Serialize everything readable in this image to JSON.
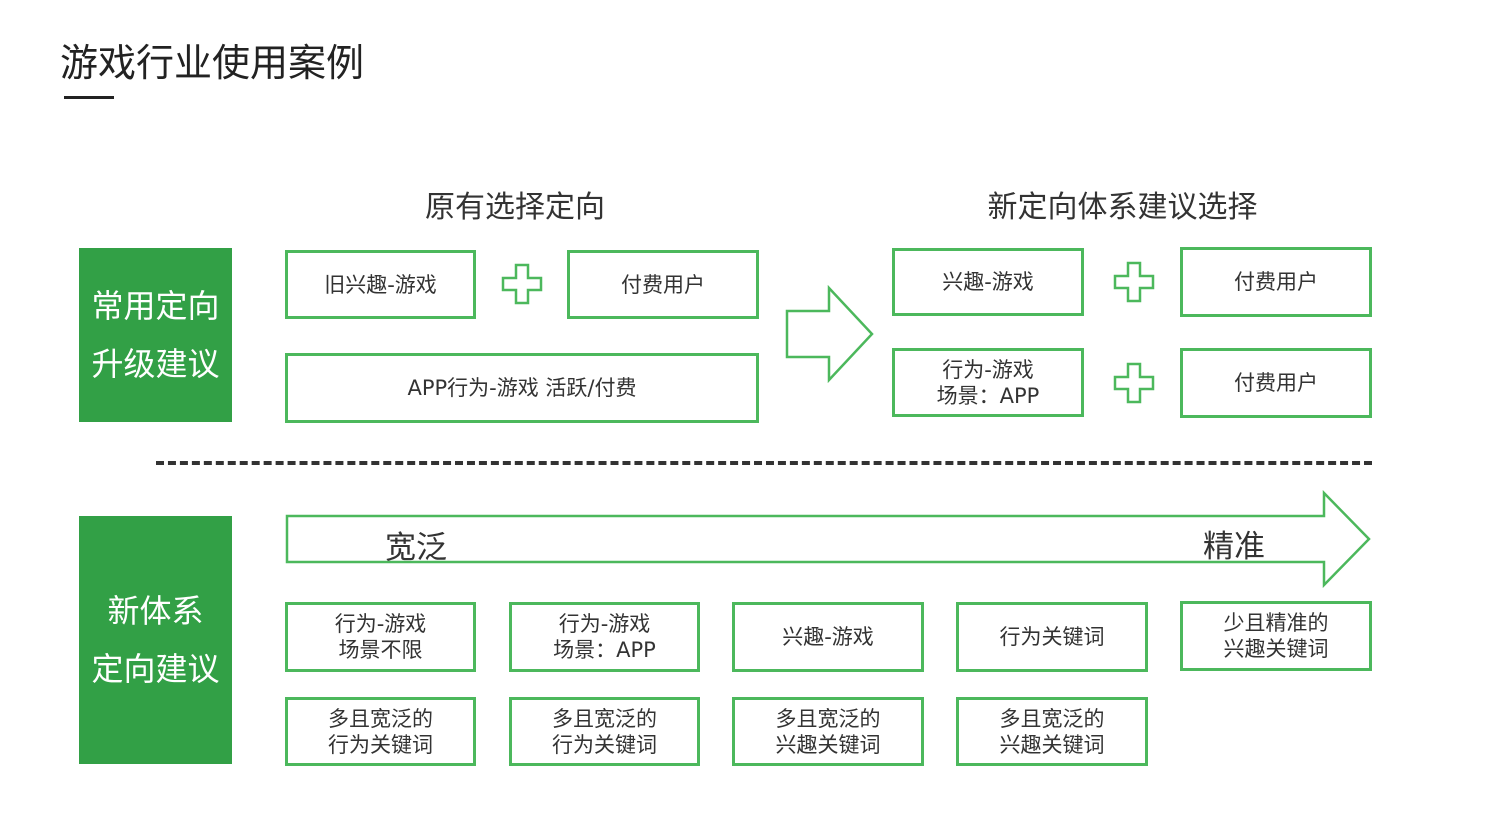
{
  "page": {
    "title": "游戏行业使用案例"
  },
  "colors": {
    "accent": "#32a046",
    "box_border": "#4cb85c",
    "text": "#333333"
  },
  "section1": {
    "heading_left": "原有选择定向",
    "heading_right": "新定向体系建议选择",
    "side_lines": [
      "常用定向",
      "升级建议"
    ],
    "old_top_left": "旧兴趣-游戏",
    "old_top_right": "付费用户",
    "old_bottom": "APP行为-游戏 活跃/付费",
    "new_row1_left": "兴趣-游戏",
    "new_row1_right": "付费用户",
    "new_row2_left": [
      "行为-游戏",
      "场景：APP"
    ],
    "new_row2_right": "付费用户"
  },
  "section2": {
    "side_lines": [
      "新体系",
      "定向建议"
    ],
    "band_left": "宽泛",
    "band_right": "精准",
    "row1": [
      [
        "行为-游戏",
        "场景不限"
      ],
      [
        "行为-游戏",
        "场景：APP"
      ],
      [
        "兴趣-游戏"
      ],
      [
        "行为关键词"
      ],
      [
        "少且精准的",
        "兴趣关键词"
      ]
    ],
    "row2": [
      [
        "多且宽泛的",
        "行为关键词"
      ],
      [
        "多且宽泛的",
        "行为关键词"
      ],
      [
        "多且宽泛的",
        "兴趣关键词"
      ],
      [
        "多且宽泛的",
        "兴趣关键词"
      ]
    ]
  }
}
